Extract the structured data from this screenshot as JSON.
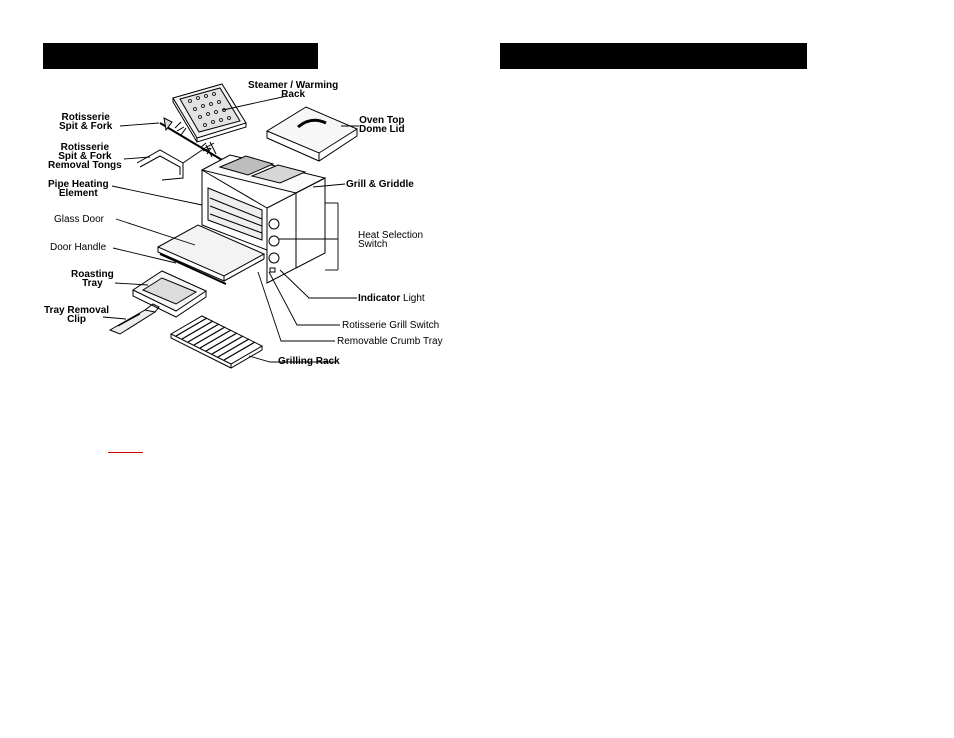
{
  "labels": {
    "steamer_rack": [
      "Steamer / Warming",
      "Rack"
    ],
    "oven_top_lid": [
      "Oven Top",
      "Dome Lid"
    ],
    "rotisserie_spit": [
      "Rotisserie",
      "Spit & Fork"
    ],
    "removal_tongs": [
      "Rotisserie",
      "Spit & Fork",
      "Removal Tongs"
    ],
    "pipe_heating": [
      "Pipe Heating",
      "Element"
    ],
    "grill_griddle": "Grill & Griddle",
    "glass_door": "Glass Door",
    "heat_selection": [
      "Heat Selection",
      "Switch"
    ],
    "door_handle": "Door Handle",
    "roasting_tray": [
      "Roasting",
      "Tray"
    ],
    "indicator_light_a": "Indicator",
    "indicator_light_b": "Light",
    "tray_removal_clip": [
      "Tray Removal",
      "Clip"
    ],
    "rotisserie_switch": "Rotisserie Grill Switch",
    "crumb_tray": "Removable Crumb Tray",
    "grilling_rack": "Grilling Rack"
  },
  "colors": {
    "header_bar": "#000000",
    "accent_mark": "#cc0000"
  }
}
